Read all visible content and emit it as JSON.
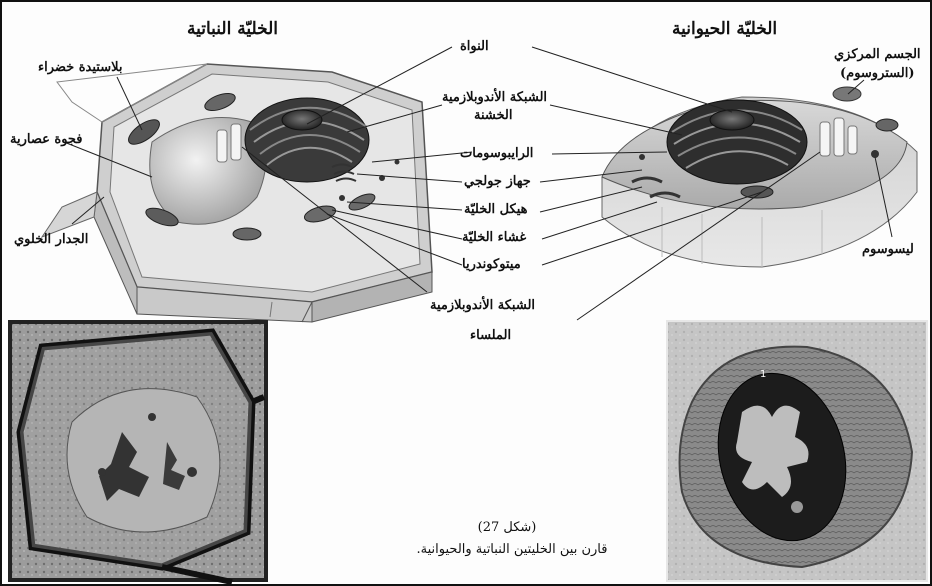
{
  "titles": {
    "plant_cell": "الخليّة النباتية",
    "animal_cell": "الخليّة الحيوانية"
  },
  "labels": {
    "nucleus": "النواة",
    "rough_er_line1": "الشبكة الأندوبلازمية",
    "rough_er_line2": "الخشنة",
    "ribosomes": "الرايبوسومات",
    "golgi": "جهاز جولجي",
    "cytoskeleton": "هيكل الخليّة",
    "cell_membrane": "غشاء الخليّة",
    "mitochondria": "ميتوكوندريا",
    "smooth_er_line1": "الشبكة الأندوبلازمية",
    "smooth_er_line2": "الملساء",
    "chloroplast": "بلاستيدة خضراء",
    "vacuole": "فجوة عصارية",
    "cell_wall": "الجدار الخلوي",
    "centrosome_line1": "الجسم المركزي",
    "centrosome_line2": "(الستروسوم)",
    "lysosome": "ليسوسوم"
  },
  "caption": {
    "figure": "(شكل 27)",
    "text": "قارن بين الخليتين النباتية والحيوانية."
  }
}
